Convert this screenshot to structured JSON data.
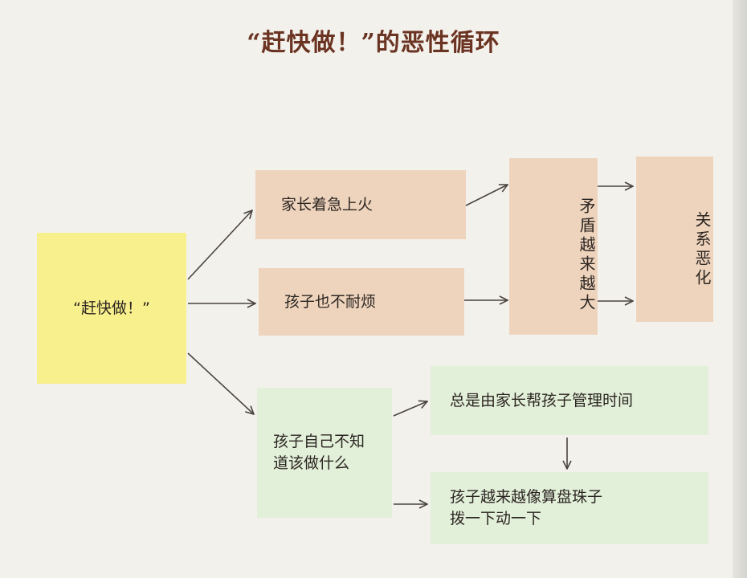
{
  "title": "“赶快做！”的恶性循环",
  "nodes": {
    "start": "“赶快做！”",
    "parent_anxious": "家长着急上火",
    "child_impatient": "孩子也不耐烦",
    "conflict": "矛盾越来越大",
    "relationship": "关系恶化",
    "child_unsure": "孩子自己不知\n道该做什么",
    "parent_manages": "总是由家长帮孩子管理时间",
    "abacus_bead": "孩子越来越像算盘珠子\n拨一下动一下"
  },
  "colors": {
    "start_box": "#f8f08c",
    "tan_box": "#efd4bd",
    "green_box": "#e2efd9",
    "title": "#6b3322",
    "arrow": "#4a4340"
  }
}
